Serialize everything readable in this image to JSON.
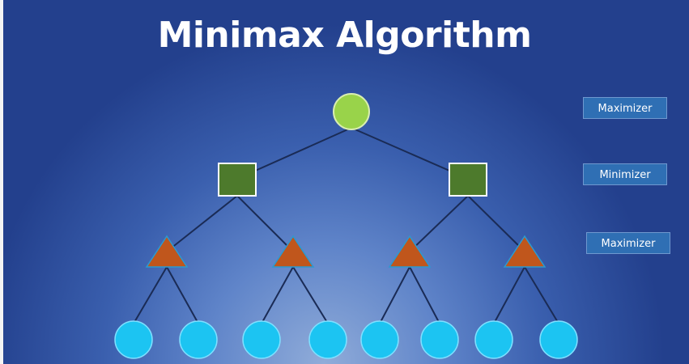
{
  "title": "Minimax Algorithm",
  "levels": {
    "root": "Maximizer",
    "middle": "Minimizer",
    "third": "Maximizer"
  },
  "colors": {
    "root_node": "#99d34a",
    "min_node": "#4d7a2c",
    "max_node": "#c0561c",
    "leaf_node": "#1cc4f2",
    "edge": "#1a2b55",
    "label_bg": "#2f6fb4"
  },
  "tree": {
    "root": {
      "shape": "circle",
      "role": "maximizer"
    },
    "level1": [
      {
        "shape": "square",
        "role": "minimizer"
      },
      {
        "shape": "square",
        "role": "minimizer"
      }
    ],
    "level2": [
      {
        "shape": "triangle",
        "role": "maximizer"
      },
      {
        "shape": "triangle",
        "role": "maximizer"
      },
      {
        "shape": "triangle",
        "role": "maximizer"
      },
      {
        "shape": "triangle",
        "role": "maximizer"
      }
    ],
    "leaves_count": 8
  }
}
